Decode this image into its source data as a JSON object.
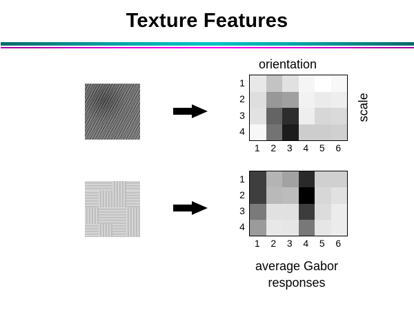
{
  "slide": {
    "title": "Texture Features",
    "colors": {
      "rule_teal_center": "#00c4c4",
      "rule_teal_edge": "#006a66",
      "rule_magenta_center": "#ff00ff",
      "rule_magenta_edge": "#a000a0"
    },
    "rows": [
      {
        "texture_image": "directional-noise-texture",
        "arrow_icon": "right-arrow-icon"
      },
      {
        "texture_image": "woven-basket-texture",
        "arrow_icon": "right-arrow-icon"
      }
    ],
    "top_axis_label": "orientation",
    "side_axis_label": "scale",
    "caption_line1": "average Gabor",
    "caption_line2": "responses"
  },
  "chart_data": [
    {
      "type": "heatmap",
      "title": "orientation",
      "xlabel": "orientation",
      "ylabel": "scale",
      "x": [
        "1",
        "2",
        "3",
        "4",
        "5",
        "6"
      ],
      "y": [
        "1",
        "2",
        "3",
        "4"
      ],
      "colormap": "gray (dark = high response)",
      "values_gray": [
        [
          232,
          195,
          225,
          245,
          255,
          248
        ],
        [
          222,
          152,
          160,
          242,
          235,
          238
        ],
        [
          226,
          100,
          45,
          238,
          215,
          218
        ],
        [
          247,
          115,
          28,
          205,
          205,
          208
        ]
      ],
      "grid": false
    },
    {
      "type": "heatmap",
      "xlabel": "orientation",
      "ylabel": "scale",
      "x": [
        "1",
        "2",
        "3",
        "4",
        "5",
        "6"
      ],
      "y": [
        "1",
        "2",
        "3",
        "4"
      ],
      "colormap": "gray (dark = high response)",
      "values_gray": [
        [
          62,
          180,
          162,
          42,
          208,
          208
        ],
        [
          62,
          185,
          188,
          0,
          215,
          225
        ],
        [
          122,
          225,
          225,
          60,
          220,
          236
        ],
        [
          155,
          232,
          230,
          120,
          230,
          236
        ]
      ],
      "caption": "average Gabor responses",
      "grid": false
    }
  ]
}
